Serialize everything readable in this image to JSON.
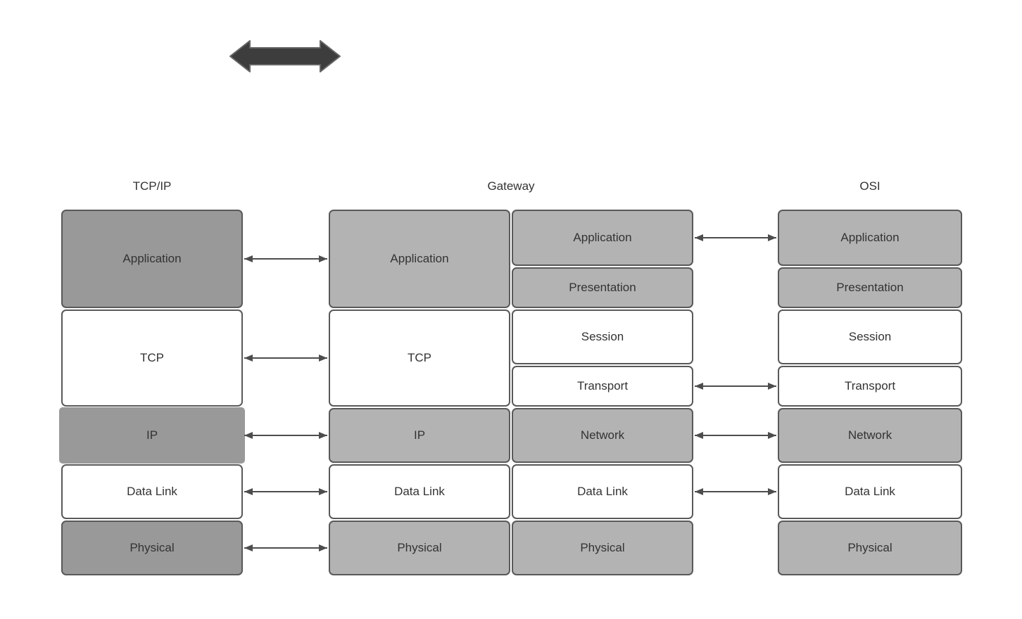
{
  "headers": {
    "tcpip": "TCP/IP",
    "gateway": "Gateway",
    "osi": "OSI"
  },
  "stacks": {
    "tcpip": {
      "layers": [
        {
          "label": "Application",
          "tone": "gray"
        },
        {
          "label": "TCP",
          "tone": "white"
        },
        {
          "label": "IP",
          "tone": "gray"
        },
        {
          "label": "Data Link",
          "tone": "white"
        },
        {
          "label": "Physical",
          "tone": "gray"
        }
      ]
    },
    "gateway_left": {
      "layers": [
        {
          "label": "Application",
          "tone": "gray"
        },
        {
          "label": "TCP",
          "tone": "white"
        },
        {
          "label": "IP",
          "tone": "gray"
        },
        {
          "label": "Data Link",
          "tone": "white"
        },
        {
          "label": "Physical",
          "tone": "gray"
        }
      ]
    },
    "gateway_right": {
      "layers": [
        {
          "label": "Application",
          "tone": "gray"
        },
        {
          "label": "Presentation",
          "tone": "gray"
        },
        {
          "label": "Session",
          "tone": "white"
        },
        {
          "label": "Transport",
          "tone": "white"
        },
        {
          "label": "Network",
          "tone": "gray"
        },
        {
          "label": "Data Link",
          "tone": "white"
        },
        {
          "label": "Physical",
          "tone": "gray"
        }
      ]
    },
    "osi": {
      "layers": [
        {
          "label": "Application",
          "tone": "gray"
        },
        {
          "label": "Presentation",
          "tone": "gray"
        },
        {
          "label": "Session",
          "tone": "white"
        },
        {
          "label": "Transport",
          "tone": "white"
        },
        {
          "label": "Network",
          "tone": "gray"
        },
        {
          "label": "Data Link",
          "tone": "white"
        },
        {
          "label": "Physical",
          "tone": "gray"
        }
      ]
    }
  },
  "connections": {
    "tcpip_to_gateway": [
      "Application",
      "TCP",
      "IP",
      "Data Link",
      "Physical"
    ],
    "gateway_to_osi": [
      "Application",
      "Transport",
      "Network",
      "Data Link"
    ]
  },
  "colors": {
    "background": "#ffffff",
    "box_border": "#595959",
    "tcpip_gray": "#999999",
    "gateway_osi_gray": "#b3b3b3",
    "box_white": "#ffffff",
    "label_text": "#333333",
    "connector": "#4d4d4d",
    "thick_arrow_fill": "#3d3d3d",
    "thick_arrow_stroke": "#666666"
  },
  "icons": {
    "top_arrow": "double-headed-horizontal-arrow"
  }
}
